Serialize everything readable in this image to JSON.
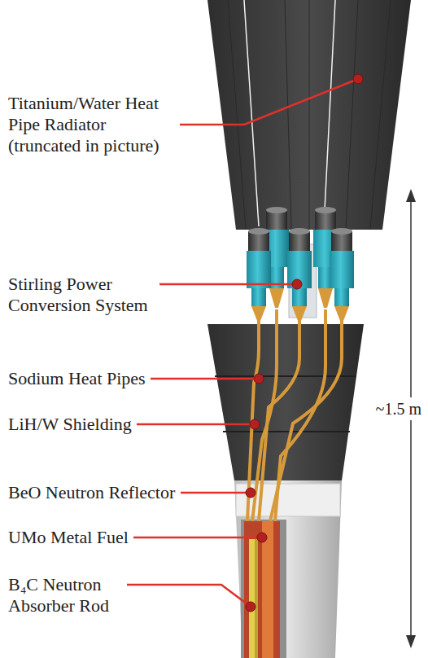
{
  "diagram": {
    "labels": [
      "Titanium/Water Heat Pipe Radiator (truncated in picture)",
      "Stirling Power Conversion System",
      "Sodium Heat Pipes",
      "LiH/W Shielding",
      "BeO Neutron Reflector",
      "UMo Metal Fuel",
      "B₄C Neutron Absorber Rod",
      "~1.5 m"
    ]
  }
}
